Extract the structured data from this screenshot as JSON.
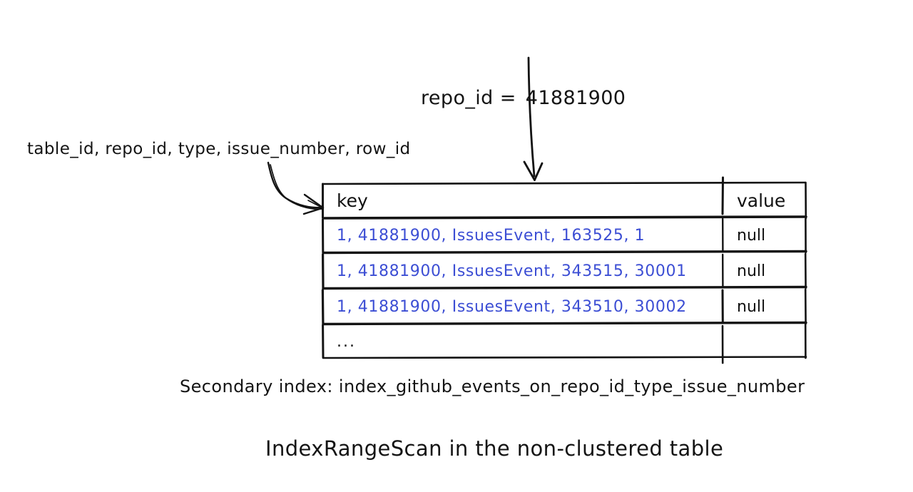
{
  "diagram": {
    "title": "IndexRangeScan in the non-clustered table",
    "index_caption": "Secondary index: index_github_events_on_repo_id_type_issue_number",
    "index_columns_label": "table_id, repo_id, type, issue_number, row_id",
    "predicate": {
      "column": "repo_id",
      "operator": "=",
      "value": "41881900"
    },
    "colors": {
      "key_text": "#3c4ed4",
      "ink": "#141414",
      "background": "#ffffff"
    },
    "arrows": {
      "predicate_to_table": "arrow-down-into-table",
      "columns_to_key": "curved-arrow-to-key-column"
    }
  },
  "table": {
    "headers": {
      "key": "key",
      "value": "value"
    },
    "rows": [
      {
        "key": "1, 41881900, IssuesEvent, 163525, 1",
        "value": "null"
      },
      {
        "key": "1, 41881900, IssuesEvent, 343515, 30001",
        "value": "null"
      },
      {
        "key": "1, 41881900, IssuesEvent, 343510, 30002",
        "value": "null"
      },
      {
        "key": "...",
        "value": ""
      }
    ]
  }
}
